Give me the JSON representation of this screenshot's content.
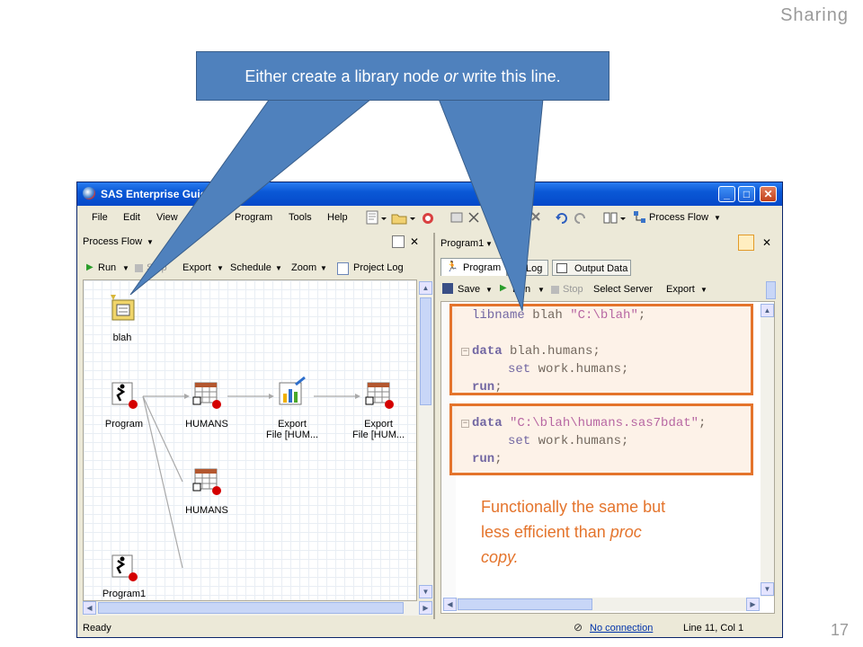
{
  "slide": {
    "title": "Sharing",
    "number": "17"
  },
  "window": {
    "title": "SAS Enterprise Guide",
    "menus": [
      "File",
      "Edit",
      "View",
      "Program",
      "Tools",
      "Help"
    ],
    "toolbar_process_flow": "Process Flow"
  },
  "left_pane": {
    "header": "Process Flow",
    "tools": {
      "run": "Run",
      "stop": "Stop",
      "export": "Export",
      "schedule": "Schedule",
      "zoom": "Zoom",
      "project_log": "Project Log"
    },
    "nodes": {
      "library": "blah",
      "program": "Program",
      "humans1": "HUMANS",
      "export1_line1": "Export",
      "export1_line2": "File [HUM...",
      "export2_line1": "Export",
      "export2_line2": "File [HUM...",
      "humans2": "HUMANS",
      "program1": "Program1"
    }
  },
  "right_pane": {
    "header": "Program1",
    "tabs": {
      "program": "Program",
      "log": "Log",
      "output": "Output Data"
    },
    "tools": {
      "save": "Save",
      "run": "Run",
      "stop": "Stop",
      "select_server": "Select Server",
      "export": "Export"
    },
    "code": {
      "l1_kw": "libname",
      "l1_rest": " blah ",
      "l1_str": "\"C:\\blah\"",
      "l1_end": ";",
      "l2_kw": "data",
      "l2_rest": " blah.humans;",
      "l3_kw": "set",
      "l3_rest": " work.humans;",
      "l4_kw": "run",
      "l4_rest": ";",
      "l5_kw": "data",
      "l5_str": " \"C:\\blah\\humans.sas7bdat\"",
      "l5_end": ";",
      "l6_kw": "set",
      "l6_rest": " work.humans;",
      "l7_kw": "run",
      "l7_rest": ";"
    }
  },
  "status": {
    "ready": "Ready",
    "connection": "No connection",
    "position": "Line 11, Col 1"
  },
  "callout": {
    "before": "Either create a library node ",
    "em": "or",
    "after": " write this line."
  },
  "note": {
    "line1": "Functionally the same but",
    "line2_plain": "less efficient than ",
    "line2_em": "proc",
    "line3": "copy."
  },
  "colors": {
    "accent": "#e4742c",
    "callout": "#4f81bd",
    "title_bar": "#0a58d6"
  }
}
